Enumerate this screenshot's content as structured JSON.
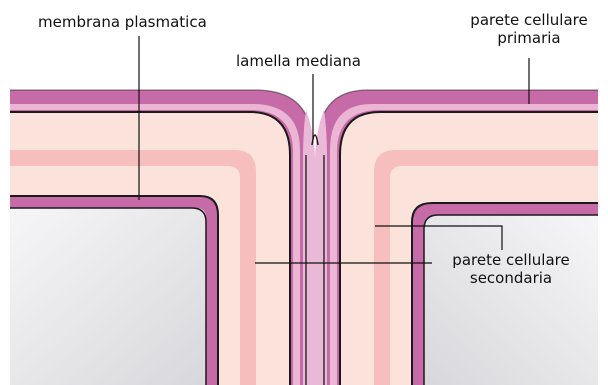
{
  "labels": {
    "plasma_membrane": "membrana plasmatica",
    "middle_lamella": "lamella mediana",
    "primary_wall": [
      "parete cellulare",
      "primaria"
    ],
    "secondary_wall": [
      "parete cellulare",
      "secondaria"
    ]
  },
  "colors": {
    "primary_wall": "#c76aa8",
    "middle_lamella": "#e9b9d7",
    "secondary_wall_light": "#fbe3dc",
    "secondary_wall_band": "#f5b9b7",
    "cytoplasm": "#ececef",
    "outline": "#1a1a1a"
  }
}
